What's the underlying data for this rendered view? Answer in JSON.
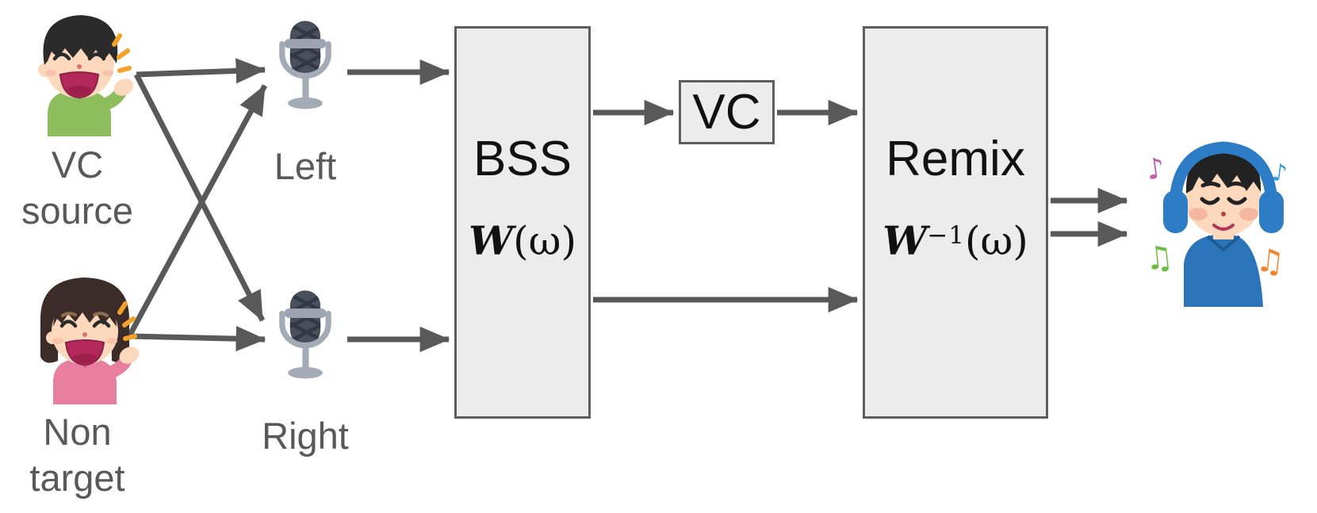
{
  "diagram": {
    "speakers": [
      {
        "name": "VC source",
        "label_lines": [
          "VC",
          "source"
        ]
      },
      {
        "name": "Non target",
        "label_lines": [
          "Non",
          "target"
        ]
      }
    ],
    "microphones": [
      {
        "label": "Left"
      },
      {
        "label": "Right"
      }
    ],
    "blocks": {
      "bss": {
        "title": "BSS",
        "formula": {
          "base": "W",
          "sup": "",
          "args": "(ω)"
        }
      },
      "vc": {
        "title": "VC"
      },
      "remix": {
        "title": "Remix",
        "formula": {
          "base": "W",
          "sup": "−1",
          "args": "(ω)"
        }
      }
    },
    "listener": {
      "notes": [
        {
          "glyph": "♪",
          "color": "#c75fa6"
        },
        {
          "glyph": "♪",
          "color": "#2e9be6"
        },
        {
          "glyph": "♫",
          "color": "#6cbd45"
        },
        {
          "glyph": "♫",
          "color": "#ef8632"
        }
      ]
    },
    "colors": {
      "arrow": "#595959",
      "box_fill": "#ececec",
      "box_border": "#5e5e5e",
      "label_text": "#595959",
      "block_text": "#111111"
    }
  }
}
